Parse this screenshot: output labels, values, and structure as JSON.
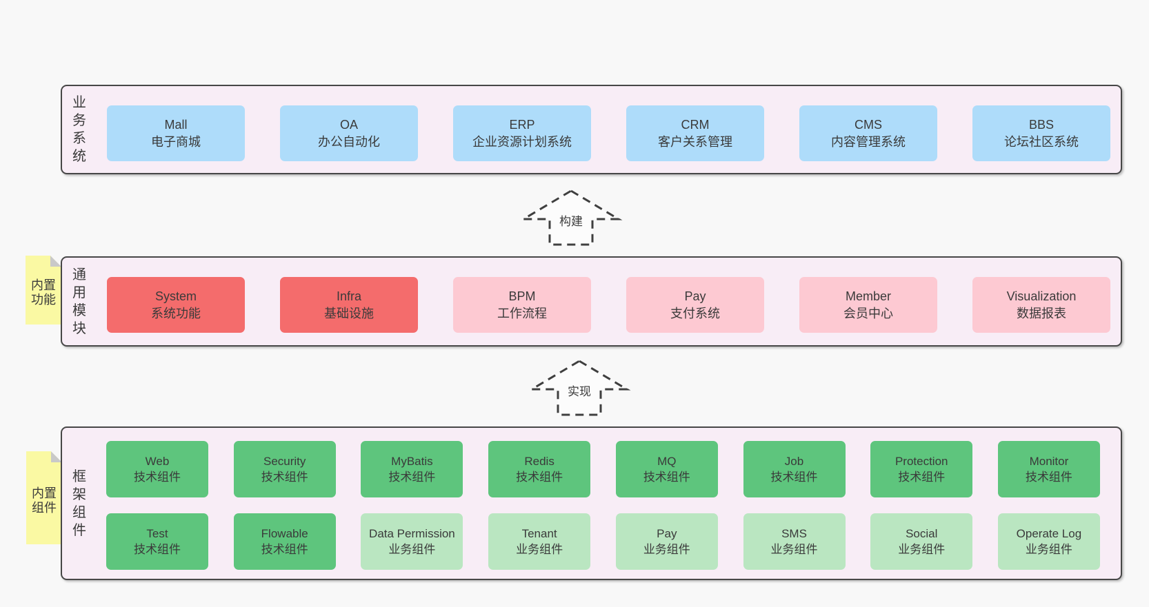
{
  "colors": {
    "page_bg": "#f8f8f8",
    "band_bg": "#f8edf6",
    "band_border": "#474747",
    "blue_box": "#aedcfa",
    "red_box": "#f46c6c",
    "pink_box": "#fdc9d2",
    "green_box": "#5ec57d",
    "light_green_box": "#bae6c1",
    "sticky_yellow": "#faf9a3",
    "text": "#3a3a3a"
  },
  "arrows": [
    {
      "label": "构建"
    },
    {
      "label": "实现"
    }
  ],
  "bands": [
    {
      "label": "业务系统",
      "sticky": null,
      "rows": [
        [
          {
            "name": "Mall",
            "desc": "电子商城",
            "variant": "blue"
          },
          {
            "name": "OA",
            "desc": "办公自动化",
            "variant": "blue"
          },
          {
            "name": "ERP",
            "desc": "企业资源计划系统",
            "variant": "blue"
          },
          {
            "name": "CRM",
            "desc": "客户关系管理",
            "variant": "blue"
          },
          {
            "name": "CMS",
            "desc": "内容管理系统",
            "variant": "blue"
          },
          {
            "name": "BBS",
            "desc": "论坛社区系统",
            "variant": "blue"
          }
        ]
      ]
    },
    {
      "label": "通用模块",
      "sticky": "内置功能",
      "rows": [
        [
          {
            "name": "System",
            "desc": "系统功能",
            "variant": "red"
          },
          {
            "name": "Infra",
            "desc": "基础设施",
            "variant": "red"
          },
          {
            "name": "BPM",
            "desc": "工作流程",
            "variant": "pink"
          },
          {
            "name": "Pay",
            "desc": "支付系统",
            "variant": "pink"
          },
          {
            "name": "Member",
            "desc": "会员中心",
            "variant": "pink"
          },
          {
            "name": "Visualization",
            "desc": "数据报表",
            "variant": "pink"
          }
        ]
      ]
    },
    {
      "label": "框架组件",
      "sticky": "内置组件",
      "rows": [
        [
          {
            "name": "Web",
            "desc": "技术组件",
            "variant": "green"
          },
          {
            "name": "Security",
            "desc": "技术组件",
            "variant": "green"
          },
          {
            "name": "MyBatis",
            "desc": "技术组件",
            "variant": "green"
          },
          {
            "name": "Redis",
            "desc": "技术组件",
            "variant": "green"
          },
          {
            "name": "MQ",
            "desc": "技术组件",
            "variant": "green"
          },
          {
            "name": "Job",
            "desc": "技术组件",
            "variant": "green"
          },
          {
            "name": "Protection",
            "desc": "技术组件",
            "variant": "green"
          },
          {
            "name": "Monitor",
            "desc": "技术组件",
            "variant": "green"
          }
        ],
        [
          {
            "name": "Test",
            "desc": "技术组件",
            "variant": "green"
          },
          {
            "name": "Flowable",
            "desc": "技术组件",
            "variant": "green"
          },
          {
            "name": "Data Permission",
            "desc": "业务组件",
            "variant": "lightgreen"
          },
          {
            "name": "Tenant",
            "desc": "业务组件",
            "variant": "lightgreen"
          },
          {
            "name": "Pay",
            "desc": "业务组件",
            "variant": "lightgreen"
          },
          {
            "name": "SMS",
            "desc": "业务组件",
            "variant": "lightgreen"
          },
          {
            "name": "Social",
            "desc": "业务组件",
            "variant": "lightgreen"
          },
          {
            "name": "Operate Log",
            "desc": "业务组件",
            "variant": "lightgreen"
          }
        ]
      ]
    }
  ]
}
